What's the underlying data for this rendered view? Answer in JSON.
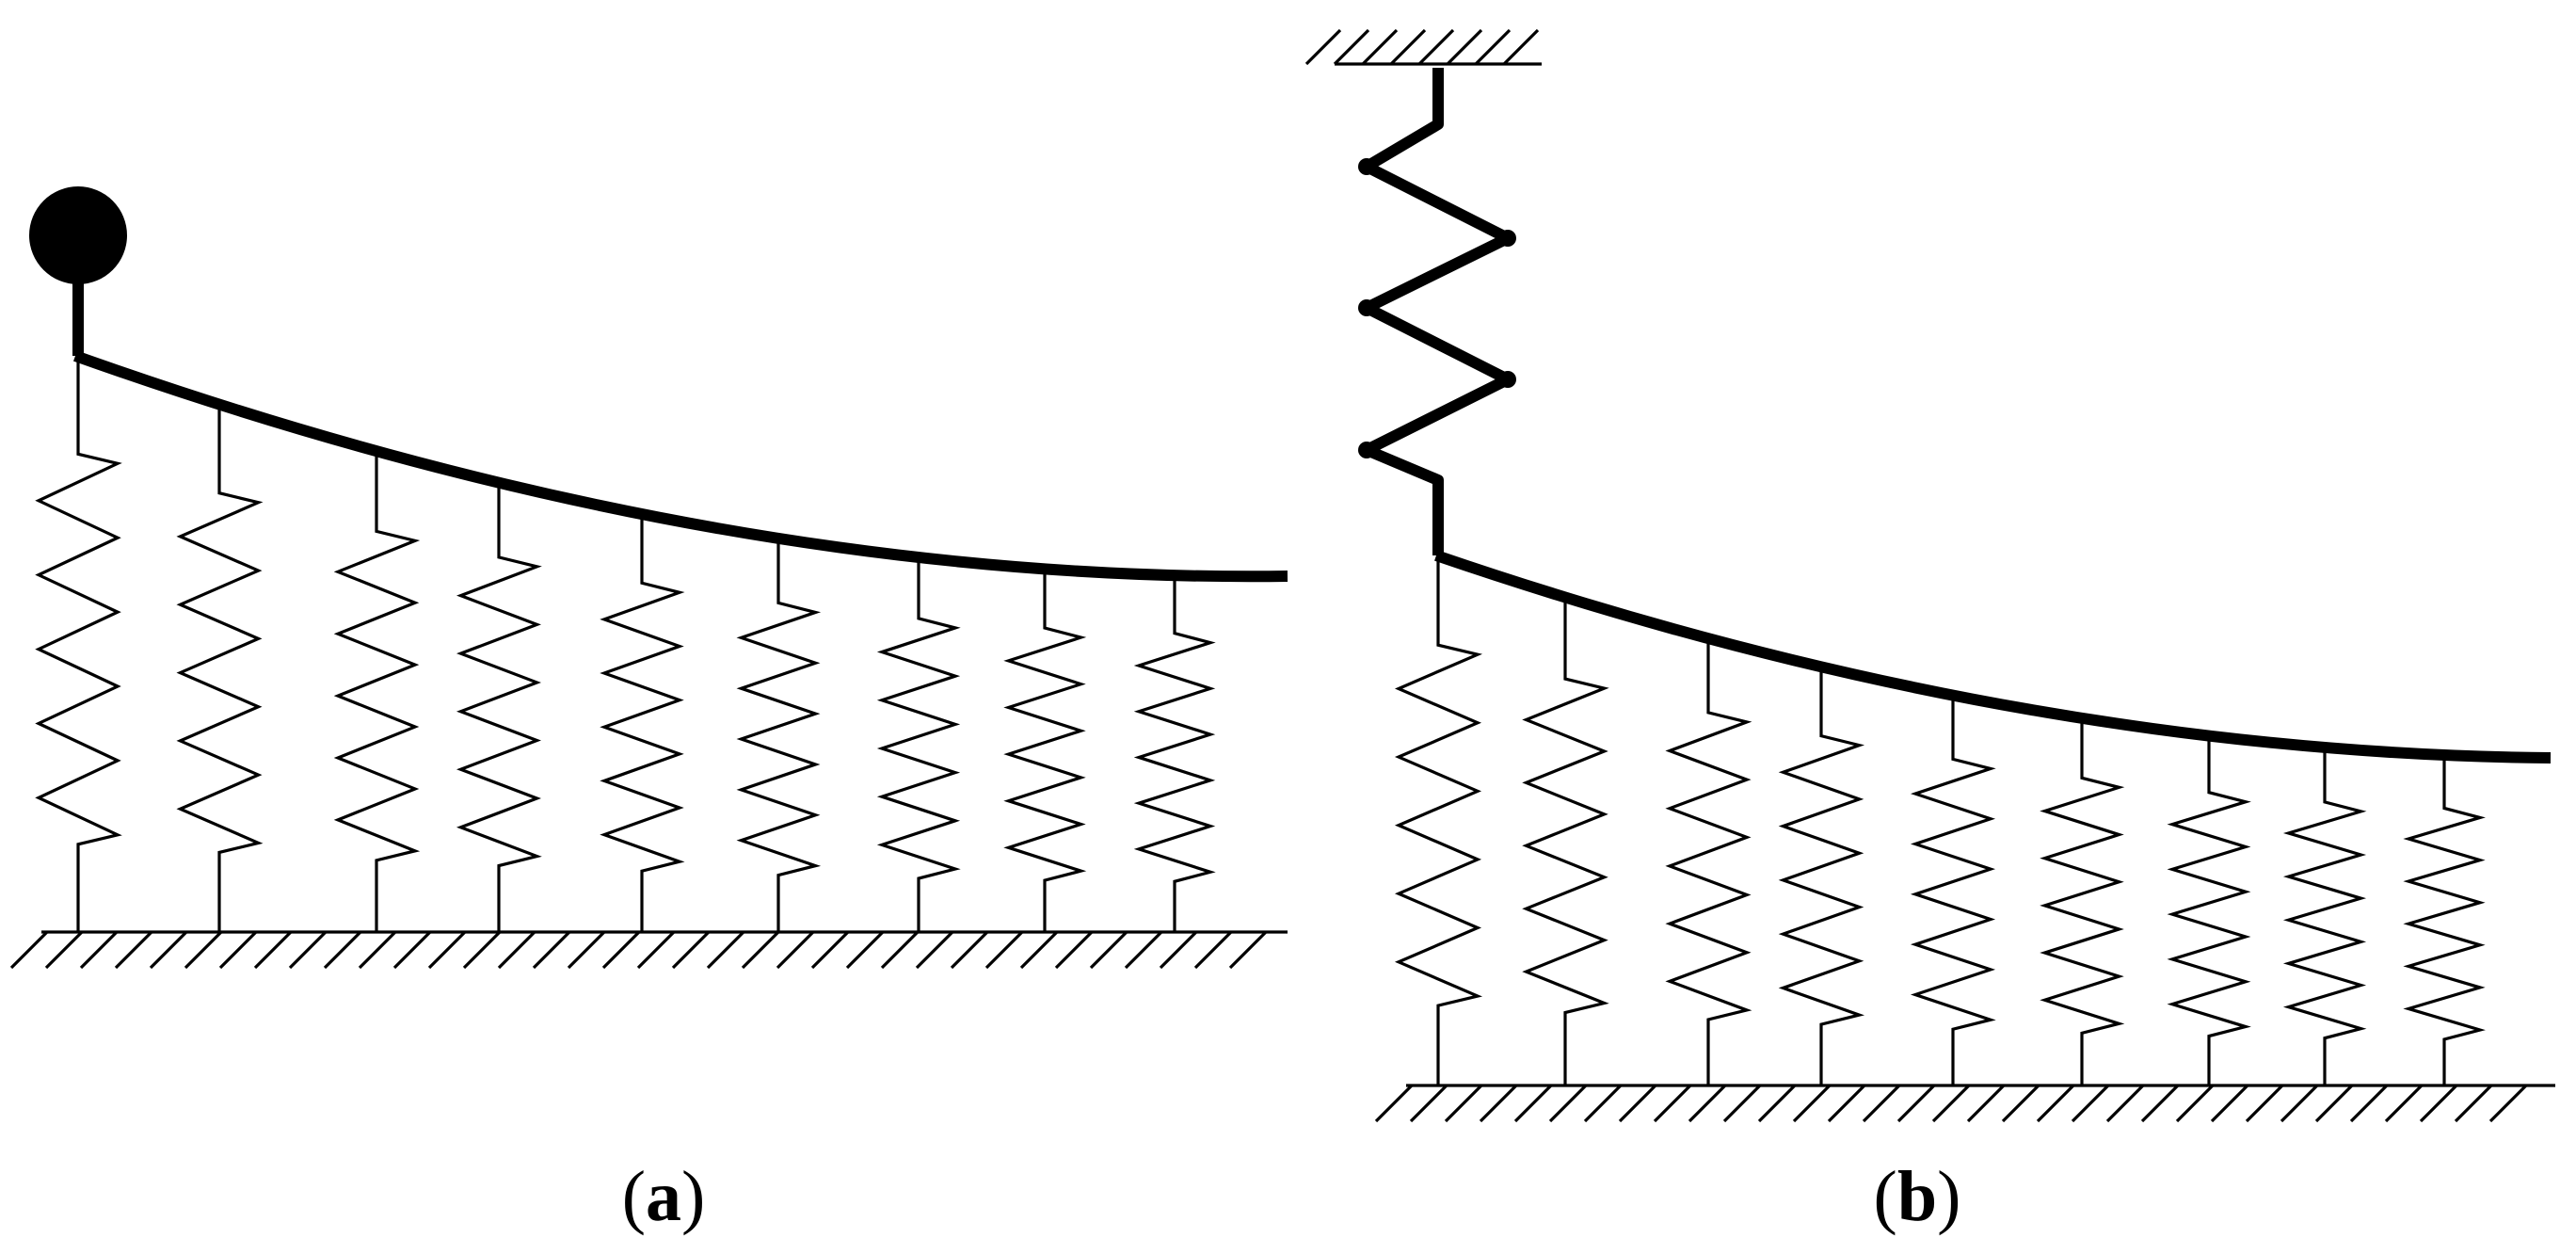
{
  "figure": {
    "panels": [
      {
        "id": "a",
        "caption_open": "(",
        "caption_letter": "a",
        "caption_close": ")",
        "top_support": "ball",
        "spring_count": 9
      },
      {
        "id": "b",
        "caption_open": "(",
        "caption_letter": "b",
        "caption_close": ")",
        "top_support": "zigzag-spring-to-fixed-ceiling",
        "spring_count": 9
      }
    ],
    "colors": {
      "stroke": "#000000",
      "background": "#ffffff"
    }
  }
}
